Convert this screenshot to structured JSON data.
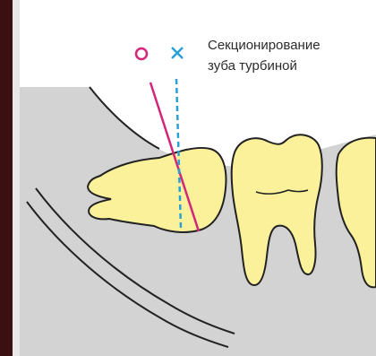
{
  "caption": {
    "line1": "Секционирование",
    "line2": "зуба турбиной"
  },
  "markers": {
    "circle": "O",
    "cross": "×"
  },
  "colors": {
    "section_line_circle": "#d4257a",
    "section_line_cross": "#2a9fd6",
    "tooth_fill": "#faf19a",
    "tooth_stroke": "#222222",
    "bone_fill": "#d3d3d3",
    "left_bar": "#3a1010"
  }
}
